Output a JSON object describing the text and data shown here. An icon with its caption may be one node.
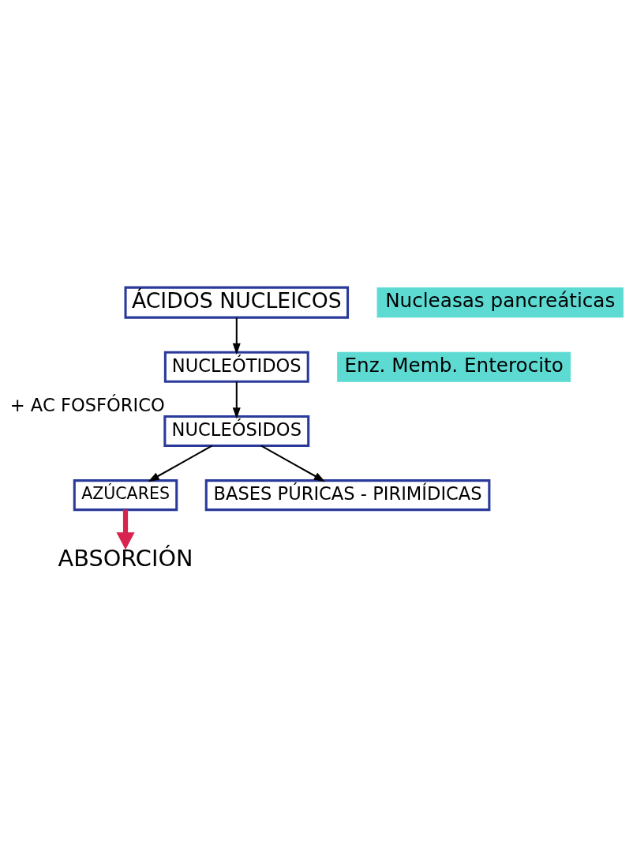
{
  "diagram": {
    "nodes": [
      {
        "text": [
          "ÁCIDOS NUCLEICOS"
        ]
      },
      {
        "text": [
          "Nucleasas pancreáticas"
        ]
      },
      {
        "text": [
          "NUCLEÓTIDOS"
        ]
      },
      {
        "text": [
          "Enz. Memb. Enterocito"
        ]
      },
      {
        "text": [
          "NUCLEÓSIDOS"
        ],
        "beside": [
          "+ AC FOSFÓRICO"
        ]
      },
      {
        "text": [
          "AZÚCARES"
        ]
      },
      {
        "text": [
          "BASES PÚRICAS - PIRIMÍDICAS"
        ]
      },
      {
        "text": [
          "ABSORCIÓN"
        ]
      }
    ],
    "edges": [
      {
        "from": 0,
        "to": 2,
        "arrow": "to"
      },
      {
        "from": 2,
        "to": 4,
        "arrow": "to"
      },
      {
        "from": 4,
        "to": 5,
        "arrow": "to"
      },
      {
        "from": 4,
        "to": 6,
        "arrow": "to"
      },
      {
        "from": 5,
        "to": 7,
        "arrow": "to",
        "style": "thick",
        "color": "#d8244f"
      }
    ]
  }
}
